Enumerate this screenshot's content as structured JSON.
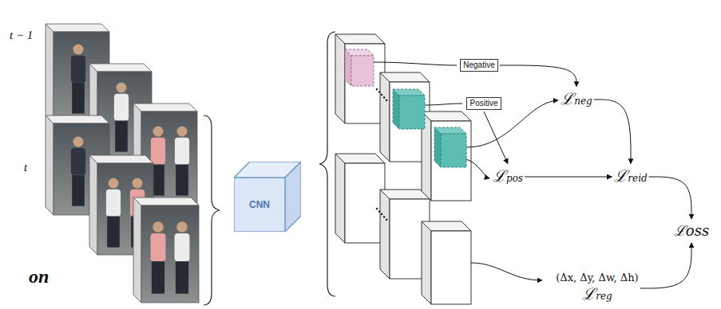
{
  "diagram": {
    "nodes": [
      {
        "text": [
          "CNN"
        ]
      },
      {
        "text": [
          "Negative"
        ]
      },
      {
        "text": [
          "Positive"
        ]
      },
      {
        "text": [
          "ℒneg"
        ]
      },
      {
        "text": [
          "ℒpos"
        ]
      },
      {
        "text": [
          "ℒreid"
        ]
      },
      {
        "text": [
          "(Δx, Δy, Δw, Δh)",
          "ℒreg"
        ]
      },
      {
        "text": [
          "ℒoss"
        ]
      }
    ],
    "edges": [
      {
        "from": 1,
        "to": 3,
        "arrow": "to"
      },
      {
        "from": 2,
        "to": 4,
        "arrow": "to"
      },
      {
        "from": 4,
        "to": 5,
        "arrow": "to"
      },
      {
        "from": 3,
        "to": 5,
        "arrow": "to"
      },
      {
        "from": 5,
        "to": 7,
        "arrow": "to"
      },
      {
        "from": 6,
        "to": 7,
        "arrow": "to"
      }
    ],
    "labels": [
      "t − 1",
      "t",
      "on"
    ]
  }
}
